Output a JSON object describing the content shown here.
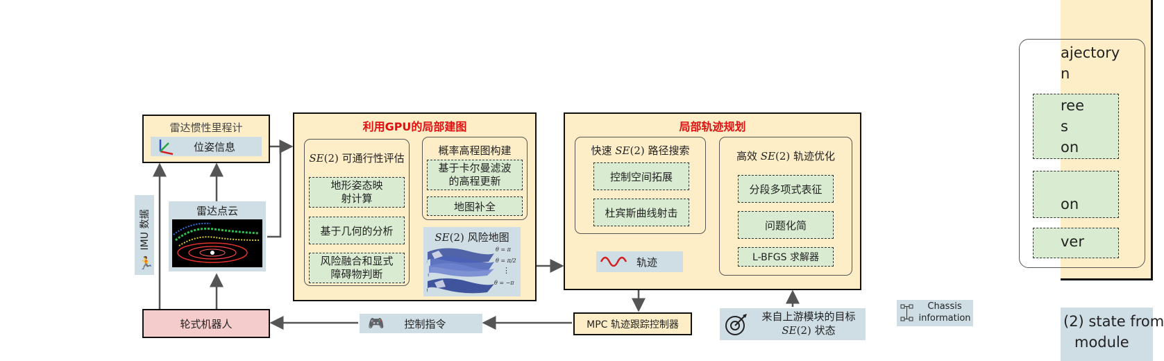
{
  "lio": {
    "title": "雷达惯性里程计",
    "pose": "位姿信息"
  },
  "imu": {
    "label": "IMU 数据"
  },
  "lidar": {
    "label": "雷达点云"
  },
  "robot": {
    "label": "轮式机器人"
  },
  "control": {
    "label": "控制指令"
  },
  "mpc": {
    "label": "MPC 轨迹跟踪控制器"
  },
  "goal": {
    "line1": "来自上游模块的目标",
    "line2_math": "SE",
    "line2_paren": "(2)",
    "line2_rest": " 状态"
  },
  "mapping": {
    "title": "利用GPU的局部建图",
    "trav": {
      "title_math": "SE",
      "title_paren": "(2)",
      "title_rest": " 可通行性评估",
      "items": [
        "地形姿态映\n射计算",
        "基于几何的分析",
        "风险融合和显式\n障碍物判断"
      ]
    },
    "elev": {
      "title": "概率高程图构建",
      "items": [
        "基于卡尔曼滤波\n的高程更新",
        "地图补全"
      ]
    },
    "risk": {
      "title_math": "SE",
      "title_paren": "(2)",
      "title_rest": " 风险地图",
      "theta_labels": [
        "θ = π",
        "θ = π/2",
        "⋮",
        "θ = −π"
      ]
    }
  },
  "planning": {
    "title": "局部轨迹规划",
    "search": {
      "title_pre": "快速 ",
      "title_math": "SE",
      "title_paren": "(2)",
      "title_rest": " 路径搜索",
      "items": [
        "控制空间拓展",
        "杜宾斯曲线射击"
      ]
    },
    "opt": {
      "title_pre": "高效 ",
      "title_math": "SE",
      "title_paren": "(2)",
      "title_rest": " 轨迹优化",
      "items": [
        "分段多项式表征",
        "问题化简",
        "L-BFGS 求解器"
      ]
    },
    "traj": {
      "label": "轨迹"
    }
  },
  "chassis": {
    "line1": "Chassis",
    "line2": "information"
  },
  "cut": {
    "right_panel": [
      "ajectory",
      "n",
      "ree",
      "s",
      "on",
      "on",
      "ver"
    ],
    "bottom": [
      "(2) state from",
      "module"
    ]
  },
  "colors": {
    "cream": "#fdeec8",
    "green": "#d9ecd2",
    "blue": "#cfdde4",
    "pink": "#f4cccc",
    "red": "#e01010"
  }
}
